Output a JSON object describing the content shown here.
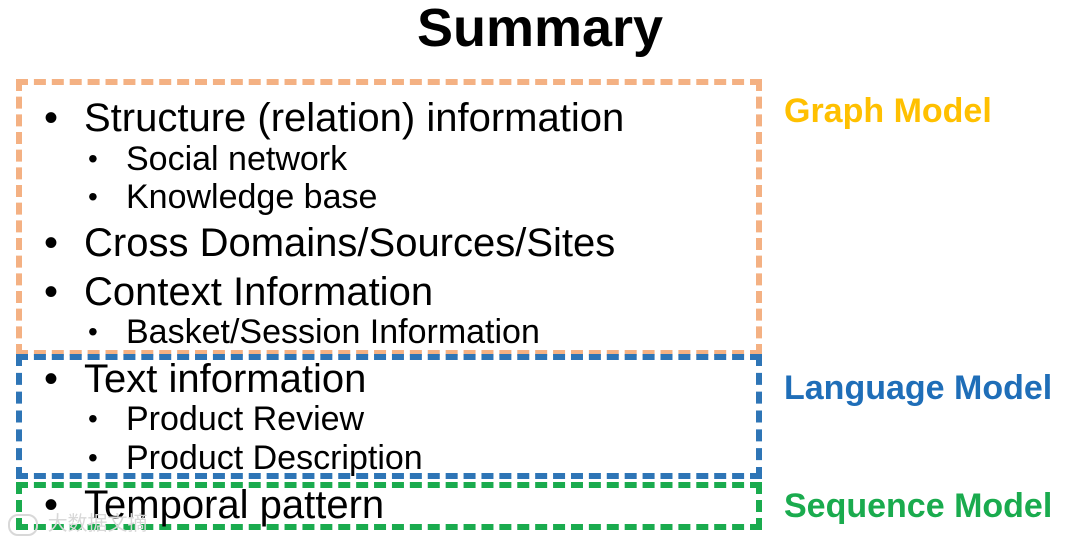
{
  "title": "Summary",
  "colors": {
    "graph": "#F4B183",
    "language": "#2E75B6",
    "sequence": "#1AAB4E",
    "graph_label": "#FFC000",
    "language_label": "#1F6EB8",
    "sequence_label": "#1AAB4E"
  },
  "groups": {
    "graph": {
      "label": "Graph Model",
      "items": [
        {
          "level": 1,
          "text": "Structure (relation) information"
        },
        {
          "level": 2,
          "text": "Social network"
        },
        {
          "level": 2,
          "text": "Knowledge base"
        },
        {
          "level": 1,
          "text": "Cross Domains/Sources/Sites"
        },
        {
          "level": 1,
          "text": "Context Information"
        },
        {
          "level": 2,
          "text": "Basket/Session Information"
        }
      ]
    },
    "language": {
      "label": "Language Model",
      "items": [
        {
          "level": 1,
          "text": "Text information"
        },
        {
          "level": 2,
          "text": "Product Review"
        },
        {
          "level": 2,
          "text": "Product Description"
        }
      ]
    },
    "sequence": {
      "label": "Sequence Model",
      "items": [
        {
          "level": 1,
          "text": "Temporal pattern"
        }
      ]
    }
  },
  "bullet": "•",
  "watermark": {
    "text": "大数据文摘",
    "icon": "watermark-logo-icon"
  }
}
